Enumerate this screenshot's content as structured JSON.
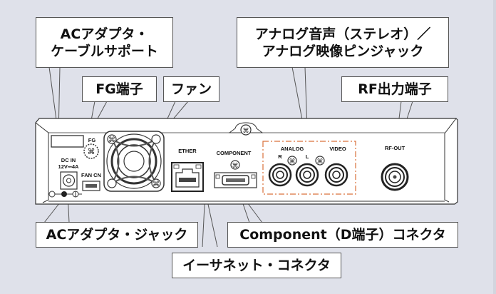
{
  "diagram": {
    "title": "Rear panel connectors",
    "callouts": {
      "ac_cable_support": [
        "ACアダプタ・",
        "ケーブルサポート"
      ],
      "fg_terminal": "FG端子",
      "fan": "ファン",
      "analog_jacks": [
        "アナログ音声（ステレオ）／",
        "アナログ映像ピンジャック"
      ],
      "rf_output": "RF出力端子",
      "ac_jack": "ACアダプタ・ジャック",
      "component_connector": "Component（D端子）コネクタ",
      "ethernet_connector": "イーサネット・コネクタ"
    },
    "panel_labels": {
      "fg": "FG",
      "dc_in": "DC IN",
      "dc_rating": "12V⎓4A",
      "fan_cn": "FAN CN",
      "ether": "ETHER",
      "component": "COMPONENT",
      "analog": "ANALOG",
      "r": "R",
      "l": "L",
      "video": "VIDEO",
      "rf_out": "RF-OUT"
    },
    "colors": {
      "background": "#dfe1ea",
      "device": "#ffffff",
      "outline": "#333333",
      "analog_group_border": "#d9703a"
    }
  }
}
